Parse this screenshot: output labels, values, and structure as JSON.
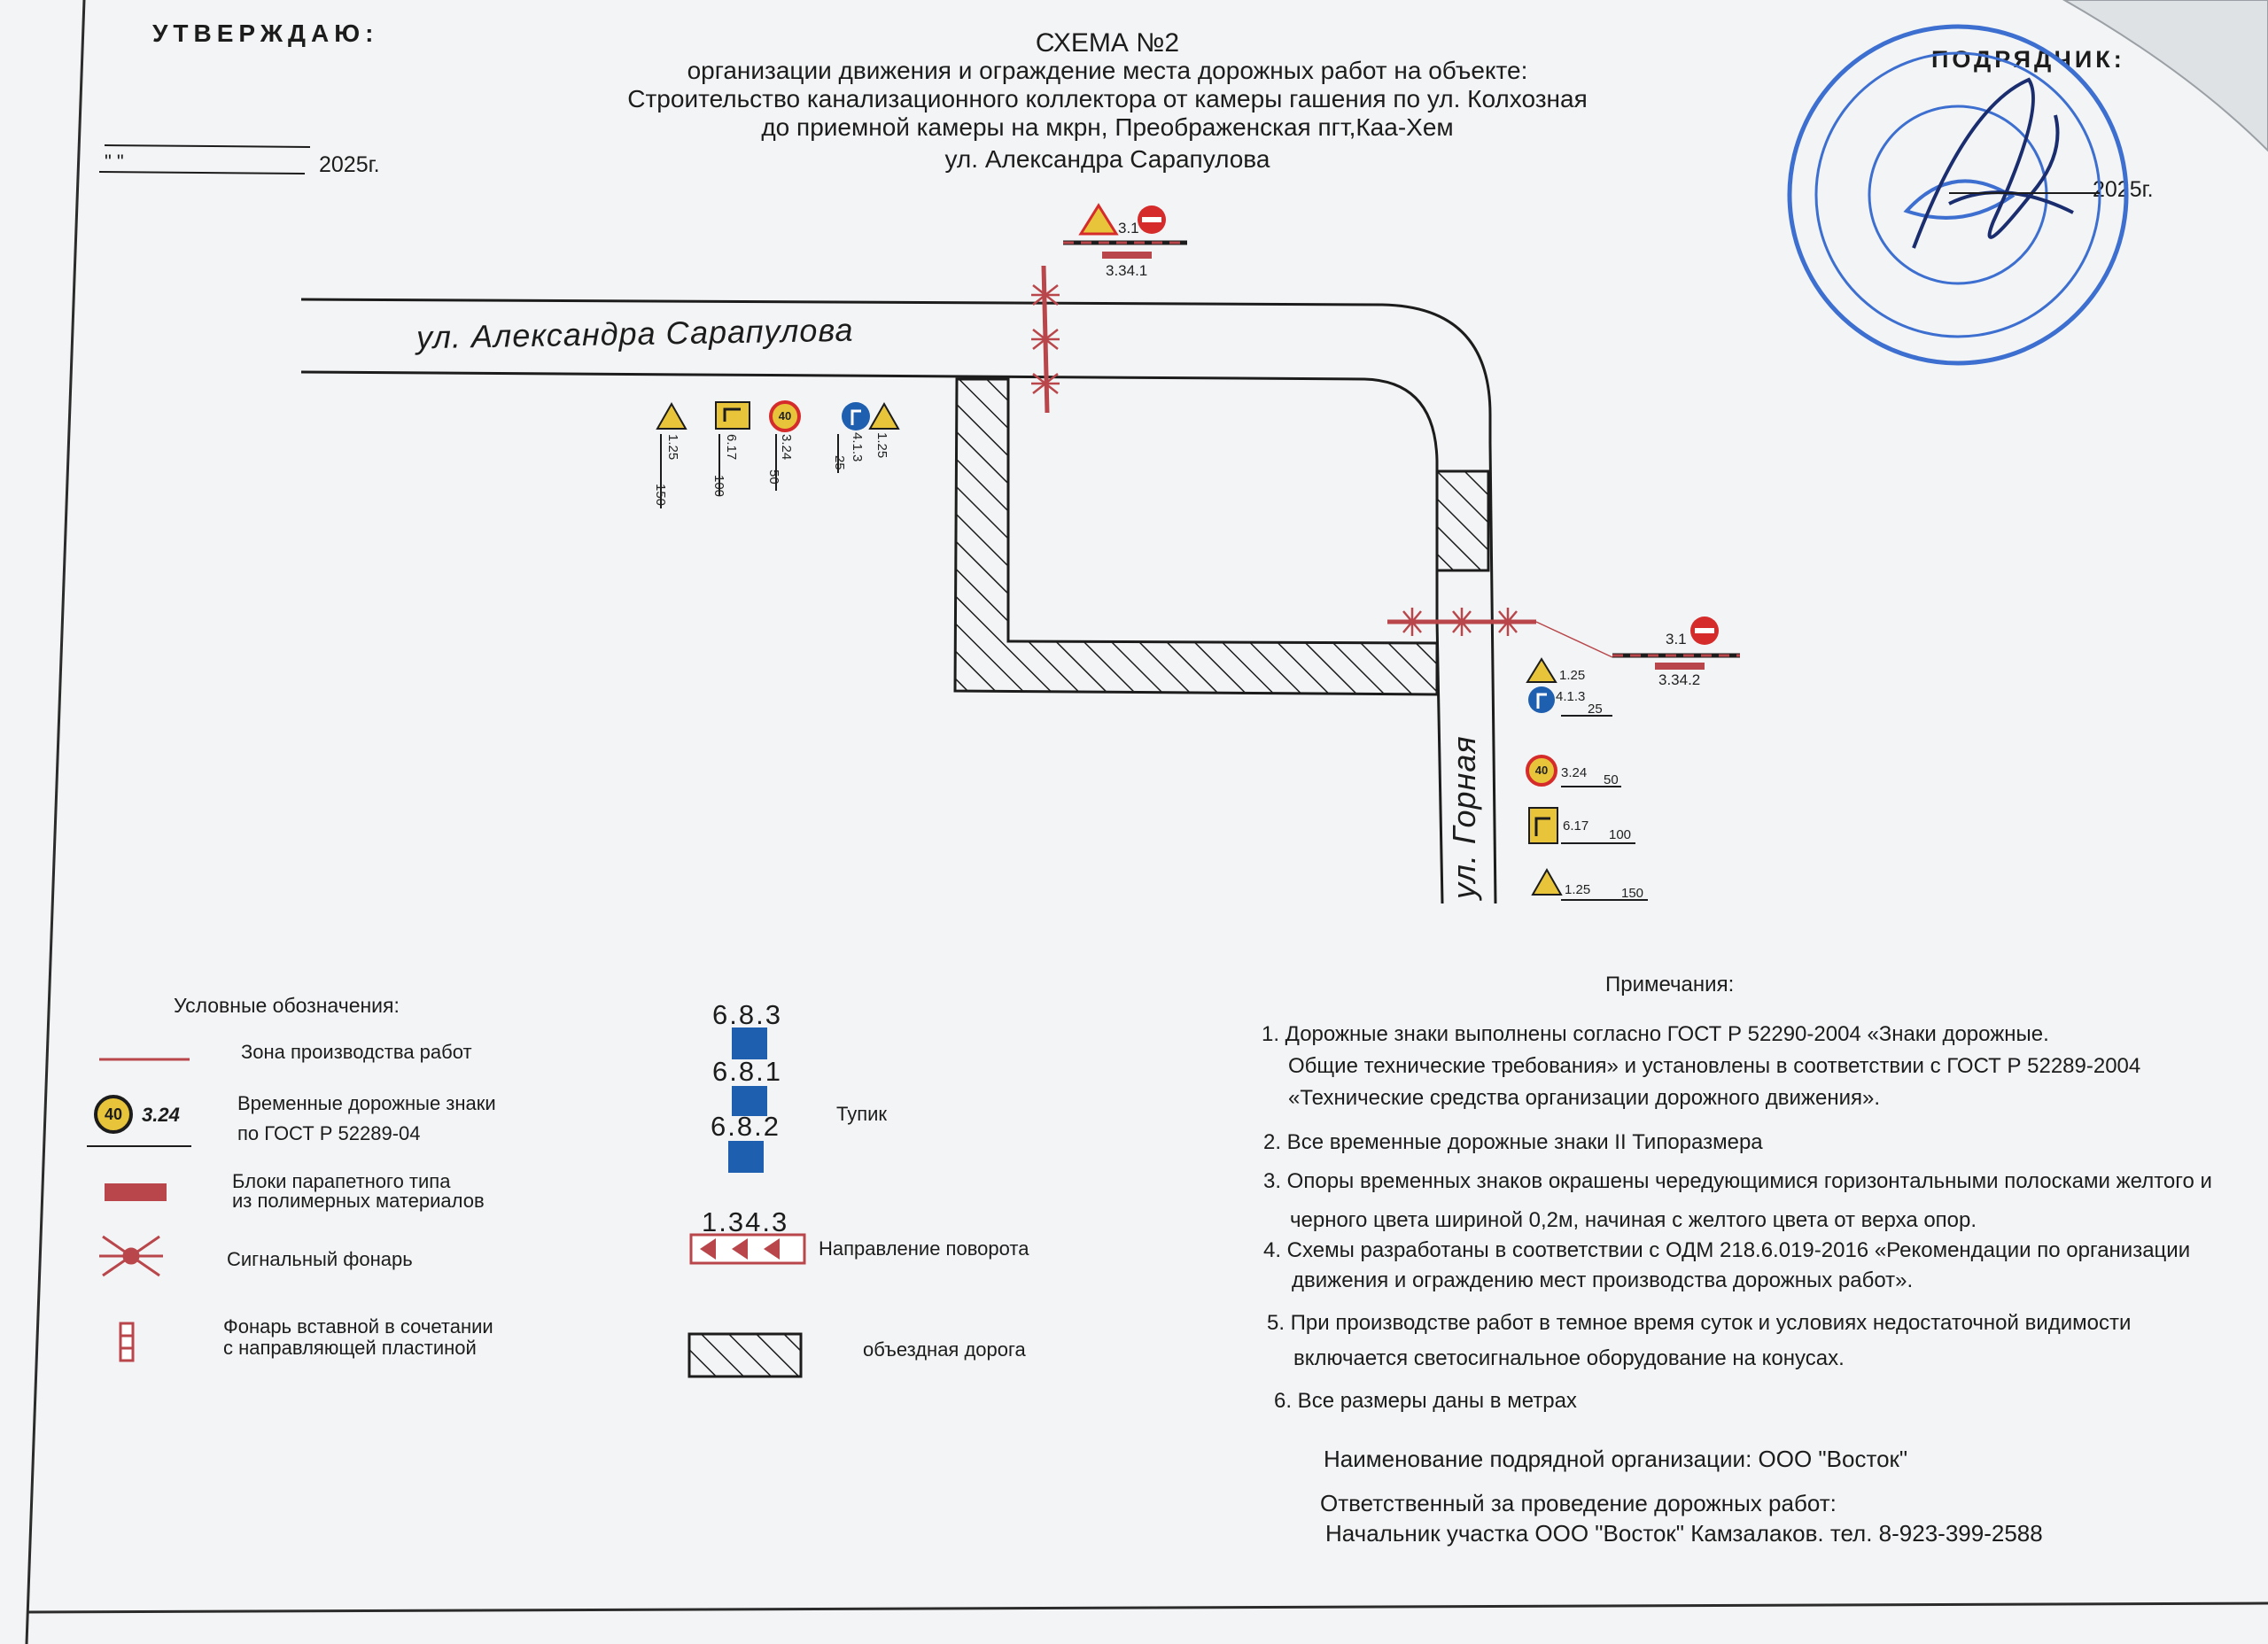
{
  "header": {
    "approve_label": "УТВЕРЖДАЮ:",
    "approve_date": "2025г.",
    "approve_dots": "\"    \"",
    "contractor_label": "ПОДРЯДЧИК:",
    "contractor_date": "2025г."
  },
  "title": {
    "heading": "СХЕМА №2",
    "line1": "организации движения  и ограждение места дорожных работ на объекте:",
    "line2": "Строительство канализационного коллектора от камеры гашения по ул. Колхозная",
    "line3": "до приемной камеры на мкрн, Преображенская пгт,Каа-Хем",
    "line4": "ул. Александра Сарапулова"
  },
  "diagram": {
    "street_horizontal": "ул. Александра Сарапулова",
    "street_vertical": "ул. Горная",
    "top_group": {
      "sign1": "3.1",
      "sign2": "3.34.1"
    },
    "right_group": {
      "sign1": "3.1",
      "sign2": "3.34.2"
    },
    "left_signs": [
      {
        "code": "1.25",
        "dist": "150"
      },
      {
        "code": "6.17",
        "dist": "100"
      },
      {
        "code": "3.24",
        "dist": "50",
        "speed": "40"
      },
      {
        "code": "4.1.3",
        "dist": "25"
      },
      {
        "code": "1.25",
        "dist": ""
      }
    ],
    "right_signs": [
      {
        "code": "1.25",
        "dist": ""
      },
      {
        "code": "4.1.3",
        "dist": "25"
      },
      {
        "code": "3.24",
        "dist": "50",
        "speed": "40"
      },
      {
        "code": "6.17",
        "dist": "100"
      },
      {
        "code": "1.25",
        "dist": "150"
      }
    ]
  },
  "legend": {
    "title": "Условные обозначения:",
    "items": [
      {
        "label": "Зона производства работ"
      },
      {
        "label": "Временные дорожные знаки по ГОСТ Р 52289-04",
        "line1": "Временные дорожные знаки",
        "line2": "по ГОСТ Р 52289-04",
        "sign_code": "3.24",
        "speed": "40"
      },
      {
        "line1": "Блоки парапетного типа",
        "line2": "из полимерных материалов"
      },
      {
        "label": "Сигнальный фонарь"
      },
      {
        "line1": "Фонарь вставной в сочетании",
        "line2": "с направляющей пластиной"
      }
    ],
    "dead_end": {
      "codes": [
        "6.8.3",
        "6.8.1",
        "6.8.2"
      ],
      "label": "Тупик"
    },
    "turn": {
      "code": "1.34.3",
      "label": "Направление поворота"
    },
    "detour": {
      "label": "объездная дорога"
    }
  },
  "notes": {
    "title": "Примечания:",
    "lines": [
      "1. Дорожные знаки выполнены согласно ГОСТ Р 52290-2004 «Знаки дорожные.",
      "Общие технические требования» и установлены в соответствии с ГОСТ Р 52289-2004",
      "«Технические средства организации дорожного движения».",
      "2. Все временные дорожные знаки II Типоразмера",
      "3. Опоры временных знаков окрашены чередующимися горизонтальными полосками желтого и",
      "черного цвета шириной 0,2м, начиная с желтого цвета от верха опор.",
      "4. Схемы разработаны в соответствии с ОДМ 218.6.019-2016 «Рекомендации по организации",
      "движения и ограждению мест производства дорожных работ».",
      "5. При производстве работ в темное время суток и условиях недостаточной видимости",
      "включается светосигнальное оборудование на конусах.",
      "6. Все размеры даны в метрах"
    ],
    "org_line1": "Наименование подрядной организации: ООО \"Восток\"",
    "org_line2": "Ответственный за проведение дорожных работ:",
    "org_line3": "Начальник участка ООО \"Восток\" Камзалаков. тел. 8-923-399-2588"
  },
  "colors": {
    "ink": "#1c1c1c",
    "barrier": "#b8464a",
    "sign_blue": "#1f5fb0",
    "sign_yellow": "#e8c43a",
    "sign_red": "#d62b2b",
    "stamp_blue": "#3d6fd0"
  }
}
